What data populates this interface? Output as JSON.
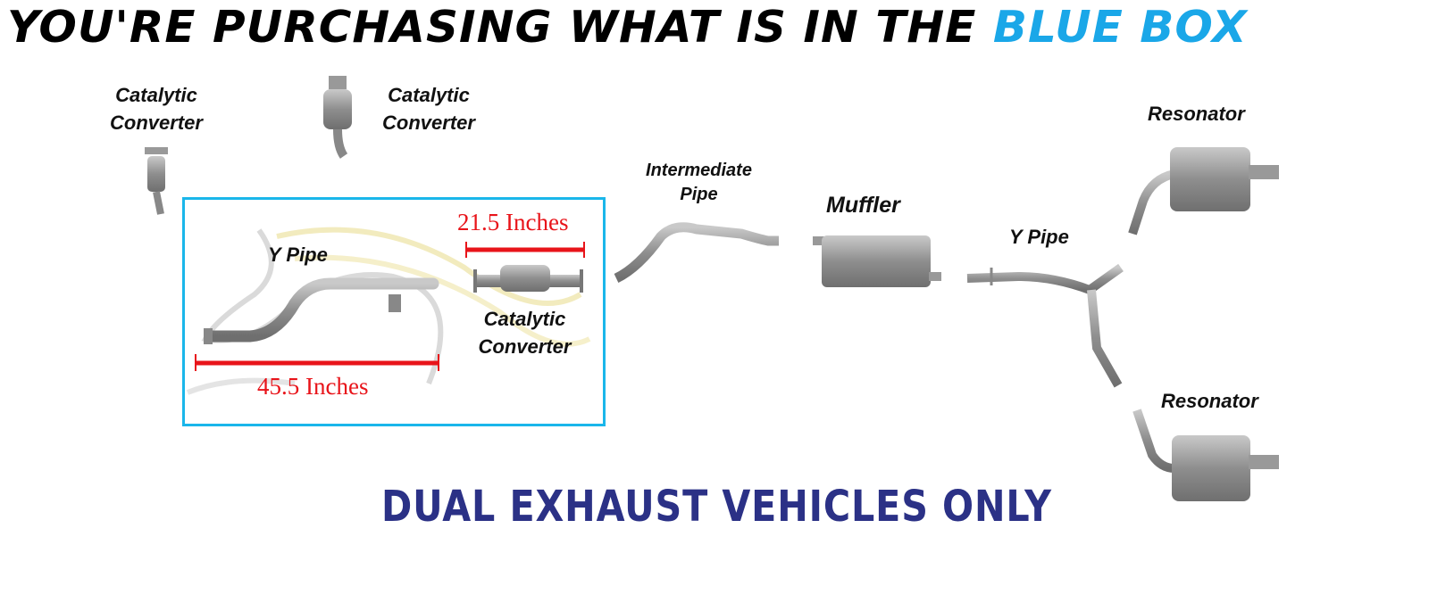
{
  "title": {
    "prefix": "YOU'RE PURCHASING WHAT IS IN THE ",
    "highlight": "BLUE BOX"
  },
  "labels": {
    "cat_conv_1": "Catalytic Converter",
    "cat_conv_2": "Catalytic Converter",
    "y_pipe_front": "Y Pipe",
    "cat_conv_box": "Catalytic Converter",
    "intermediate_pipe": "Intermediate Pipe",
    "muffler": "Muffler",
    "y_pipe_rear": "Y Pipe",
    "resonator_top": "Resonator",
    "resonator_bottom": "Resonator"
  },
  "measurements": {
    "y_pipe_length": "45.5 Inches",
    "cat_length": "21.5 Inches"
  },
  "footer": "DUAL EXHAUST VEHICLES ONLY",
  "colors": {
    "highlight": "#1aa7e8",
    "box": "#1ab6ea",
    "measure": "#e8141a",
    "footer": "#2b3186"
  }
}
